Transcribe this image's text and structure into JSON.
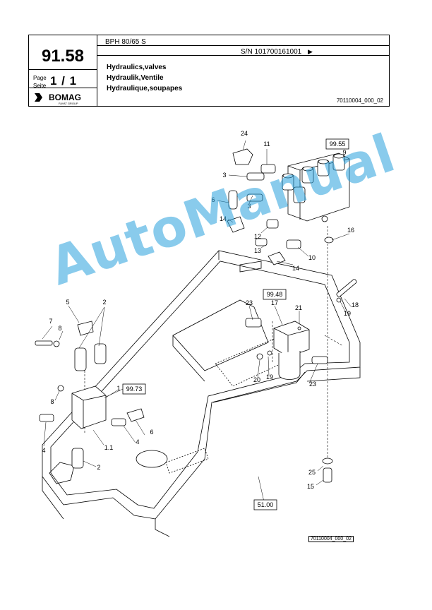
{
  "header": {
    "page_number": "91.58",
    "page_label_en": "Page",
    "page_label_de": "Seite",
    "page_fraction": "1 / 1",
    "brand": "BOMAG",
    "brand_sub": "FAYAT GROUP",
    "model": "BPH 80/65 S",
    "serial": "S/N 101700161001",
    "serial_arrow": "▶",
    "title_en": "Hydraulics,valves",
    "title_de": "Hydraulik,Ventile",
    "title_fr": "Hydraulique,soupapes",
    "doc_ref": "70110004_000_02"
  },
  "diagram": {
    "ref_boxes": [
      "99.55",
      "99.48",
      "99.73",
      "51.00"
    ],
    "bottom_ref": "70110004_000_02",
    "part_labels": [
      "24",
      "11",
      "9",
      "3",
      "6",
      "3",
      "14",
      "12",
      "13",
      "16",
      "10",
      "14",
      "18",
      "19",
      "23",
      "17",
      "21",
      "5",
      "2",
      "7",
      "8",
      "1",
      "8",
      "20",
      "19",
      "23",
      "6",
      "4",
      "4",
      "1.1",
      "2",
      "25",
      "15"
    ]
  },
  "watermark": "AutoManual"
}
